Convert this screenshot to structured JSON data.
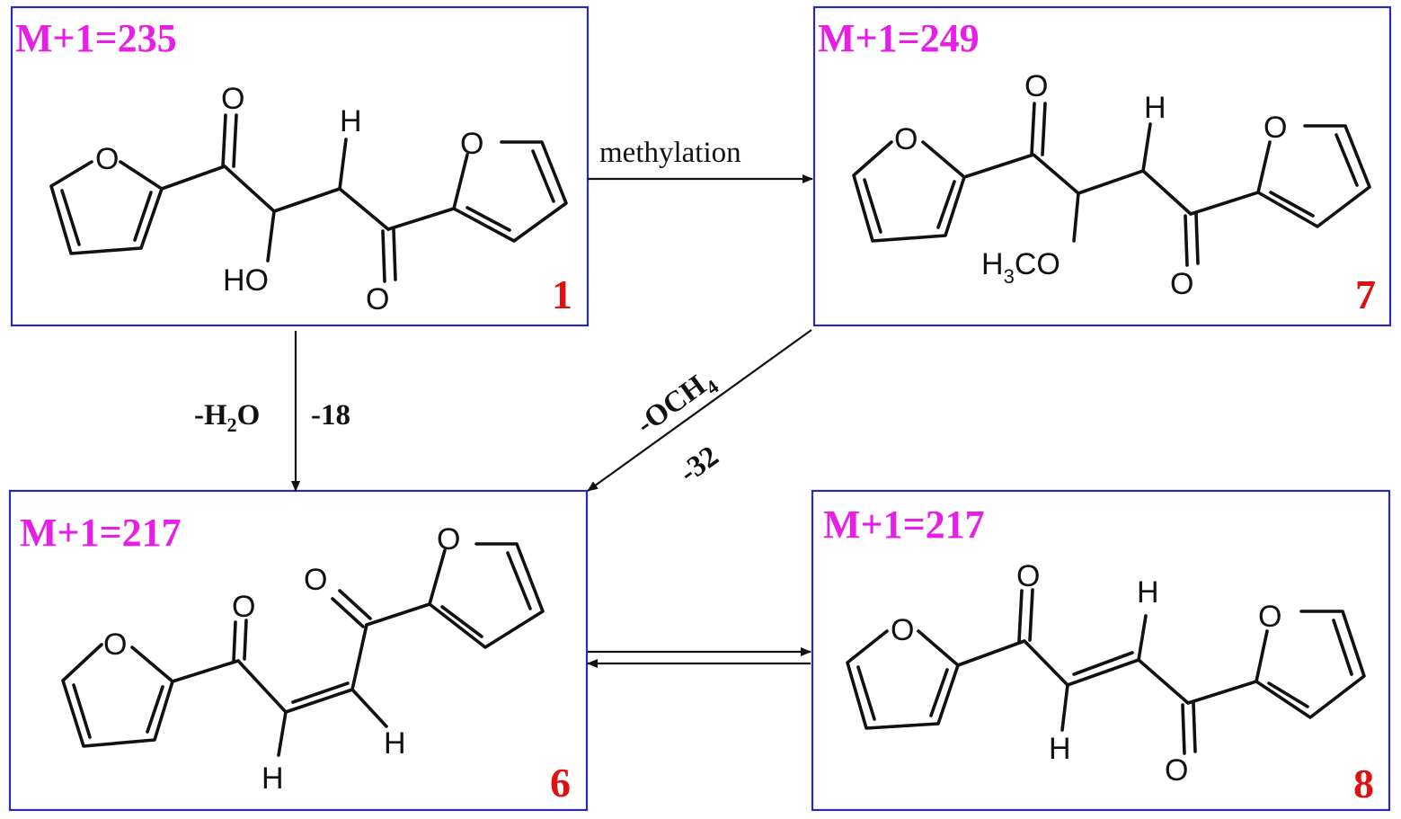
{
  "compounds": [
    {
      "id": "1",
      "mass": "M+1=235"
    },
    {
      "id": "7",
      "mass": "M+1=249"
    },
    {
      "id": "6",
      "mass": "M+1=217"
    },
    {
      "id": "8",
      "mass": "M+1=217"
    }
  ],
  "atoms": {
    "O": "O",
    "H": "H",
    "HO": "HO",
    "H3CO_1": "H",
    "H3CO_sub": "3",
    "H3CO_2": "CO"
  },
  "arrows": {
    "methylation": "methylation",
    "water_loss_a": "-H",
    "water_loss_sub": "2",
    "water_loss_b": "O",
    "water_loss_mass": "-18",
    "och4_a": "-OCH",
    "och4_sub": "4",
    "och4_mass": "-32"
  }
}
